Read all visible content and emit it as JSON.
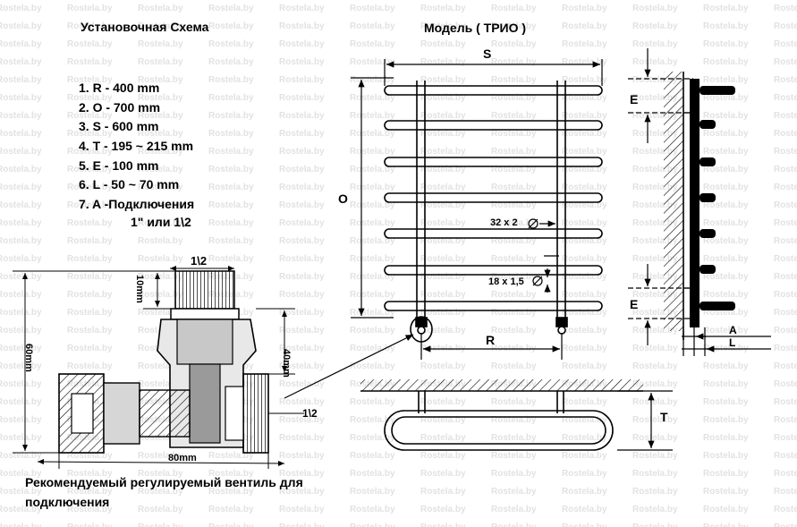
{
  "title": "Установочная Схема",
  "model": "Модель   ( ТРИО )",
  "specs": [
    "1. R - 400 mm",
    "2. O - 700 mm",
    "3. S - 600 mm",
    "4. T - 195 ~ 215 mm",
    "5. E - 100 mm",
    "6. L - 50 ~ 70 mm",
    "7. A -Подключения"
  ],
  "connection_sizes": "1\" или 1\\2",
  "recommendation": "Рекомендуемый регулируемый вентиль для подключения",
  "watermark": "Rostela.by",
  "valve_labels": {
    "top_thread": "1\\2",
    "thread_length": "10mm",
    "height": "60mm",
    "inner_height": "40mm",
    "side_thread": "1\\2",
    "width": "80mm"
  },
  "dimension_labels": {
    "S": "S",
    "O": "O",
    "R": "R",
    "T": "T",
    "E_top": "E",
    "E_bottom": "E",
    "A": "A",
    "L": "L",
    "pipe_main": "32 x 2",
    "pipe_rung": "18 x 1,5"
  }
}
